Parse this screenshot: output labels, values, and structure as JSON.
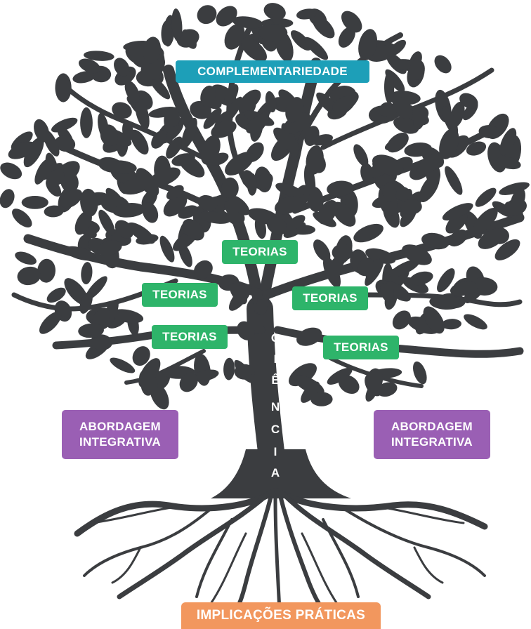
{
  "colors": {
    "tree": "#3b3d40",
    "complementariedade": "#1d9fb8",
    "teorias": "#2eb46a",
    "abordagem": "#9a5fb4",
    "implicacoes": "#f2975e"
  },
  "crown_label": "COMPLEMENTARIEDADE",
  "branch_labels": [
    "TEORIAS",
    "TEORIAS",
    "TEORIAS",
    "TEORIAS",
    "TEORIAS"
  ],
  "trunk_letters": [
    "C",
    "I",
    "Ê",
    "N",
    "C",
    "I",
    "A"
  ],
  "side_labels": {
    "left": {
      "line1": "ABORDAGEM",
      "line2": "INTEGRATIVA"
    },
    "right": {
      "line1": "ABORDAGEM",
      "line2": "INTEGRATIVA"
    }
  },
  "root_label": "IMPLICAÇÕES PRÁTICAS"
}
